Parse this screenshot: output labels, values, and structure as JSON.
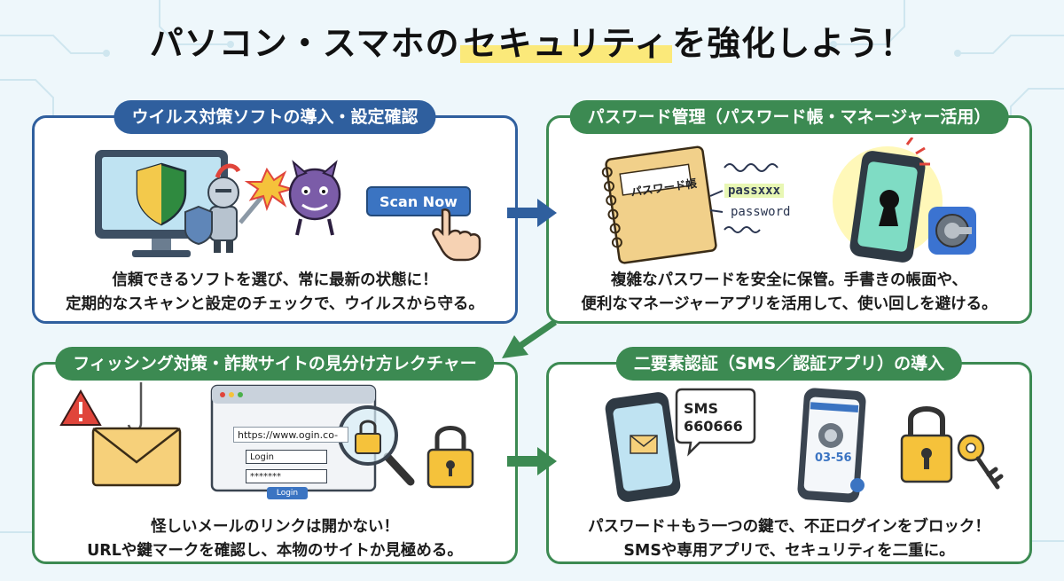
{
  "title": {
    "main_before": "パソコン・スマホの",
    "main_highlight": "セキュリティ",
    "main_after": "を強化しよう！"
  },
  "panels": [
    {
      "heading": "ウイルス対策ソフトの導入・設定確認",
      "lines": [
        "信頼できるソフトを選び、常に最新の状態に！",
        "定期的なスキャンと設定のチェックで、ウイルスから守る。"
      ],
      "scan_button": "Scan Now"
    },
    {
      "heading": "パスワード管理（パスワード帳・マネージャー活用）",
      "lines": [
        "複雑なパスワードを安全に保管。手書きの帳面や、",
        "便利なマネージャーアプリを活用して、使い回しを避ける。"
      ],
      "notebook_label": "パスワード帳",
      "note_lines": [
        "passxxx",
        "password"
      ]
    },
    {
      "heading": "フィッシング対策・詐欺サイトの見分け方レクチャー",
      "lines": [
        "怪しいメールのリンクは開かない！",
        "URLや鍵マークを確認し、本物のサイトか見極める。"
      ],
      "url": "https://www.ogin.co-",
      "login_field": "Login",
      "password_field": "*******",
      "login_button": "Login"
    },
    {
      "heading": "二要素認証（SMS／認証アプリ）の導入",
      "lines": [
        "パスワード＋もう一つの鍵で、不正ログインをブロック！",
        "SMSや専用アプリで、セキュリティを二重に。"
      ],
      "sms_label": "SMS",
      "sms_code": "660666",
      "app_code": "03-56"
    }
  ],
  "colors": {
    "blue": "#2f5f9e",
    "green": "#3c8a52",
    "highlight": "#fbe97a"
  }
}
